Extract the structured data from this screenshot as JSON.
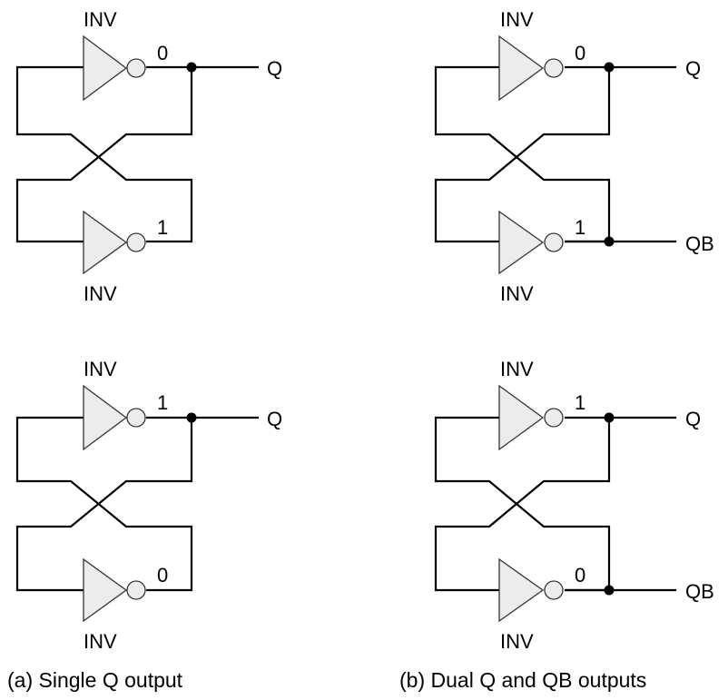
{
  "labels": {
    "gate": "INV",
    "q": "Q",
    "qb": "QB"
  },
  "panels": [
    {
      "id": "a-top",
      "upper_state": "0",
      "lower_state": "1",
      "dual": false
    },
    {
      "id": "b-top",
      "upper_state": "0",
      "lower_state": "1",
      "dual": true
    },
    {
      "id": "a-bottom",
      "upper_state": "1",
      "lower_state": "0",
      "dual": false
    },
    {
      "id": "b-bottom",
      "upper_state": "1",
      "lower_state": "0",
      "dual": true
    }
  ],
  "captions": {
    "a": "(a) Single Q output",
    "b": "(b) Dual Q and QB outputs"
  }
}
